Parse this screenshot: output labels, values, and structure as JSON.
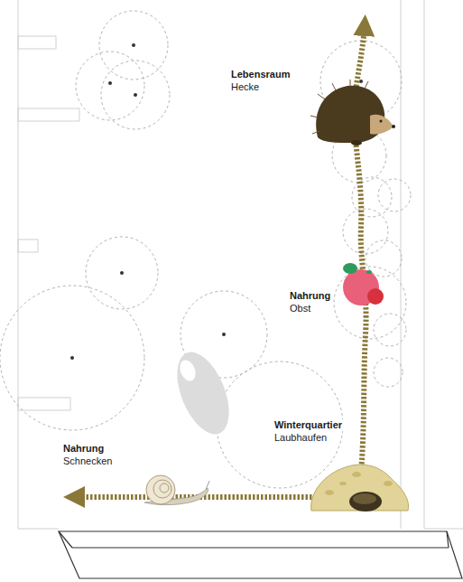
{
  "diagram": {
    "labels": [
      "Lebensraum",
      "Hecke",
      "Nahrung",
      "Obst",
      "Winterquartier",
      "Laubhaufen",
      "Nahrung",
      "Schnecken"
    ]
  }
}
